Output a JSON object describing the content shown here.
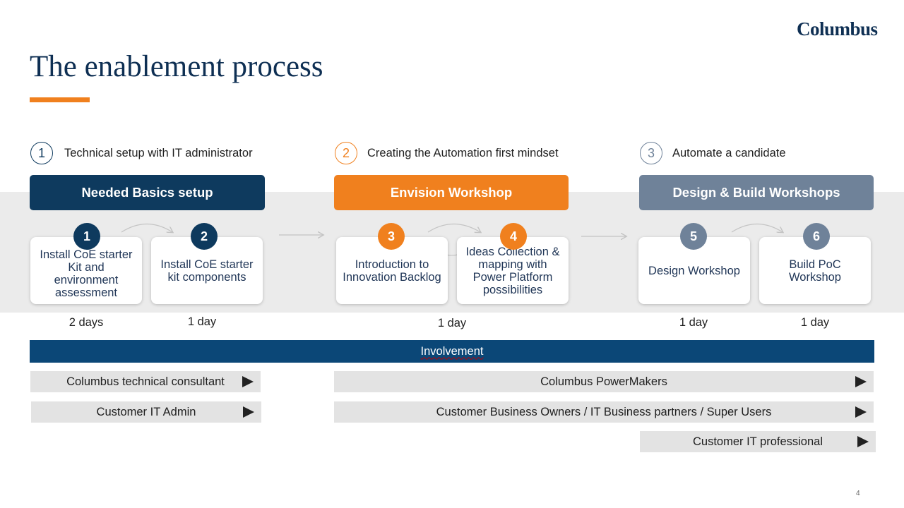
{
  "brand": {
    "logo": "Columbus"
  },
  "title": "The enablement process",
  "colors": {
    "navy": "#0e3a5e",
    "orange": "#f0801e",
    "slate": "#6f8299",
    "involvement": "#0b4777"
  },
  "phases": [
    {
      "number": "1",
      "label": "Technical setup with IT administrator",
      "header": "Needed Basics setup"
    },
    {
      "number": "2",
      "label": "Creating the Automation first mindset",
      "header": "Envision Workshop"
    },
    {
      "number": "3",
      "label": "Automate a candidate",
      "header": "Design & Build Workshops"
    }
  ],
  "steps": [
    {
      "number": "1",
      "text": "Install CoE starter Kit and environment assessment",
      "duration": "2 days"
    },
    {
      "number": "2",
      "text": "Install CoE starter kit components",
      "duration": "1 day"
    },
    {
      "number": "3",
      "text": "Introduction to Innovation Backlog"
    },
    {
      "number": "4",
      "text": "Ideas Collection & mapping with Power Platform possibilities"
    },
    {
      "number": "5",
      "text": "Design Workshop",
      "duration": "1 day"
    },
    {
      "number": "6",
      "text": "Build PoC Workshop",
      "duration": "1 day"
    }
  ],
  "envision_duration": "1 day",
  "involvement": {
    "title": "Involvement",
    "roles": [
      "Columbus technical consultant",
      "Customer IT Admin",
      "Columbus PowerMakers",
      "Customer Business Owners / IT Business partners / Super Users",
      "Customer IT professional"
    ]
  },
  "page_number": "4"
}
